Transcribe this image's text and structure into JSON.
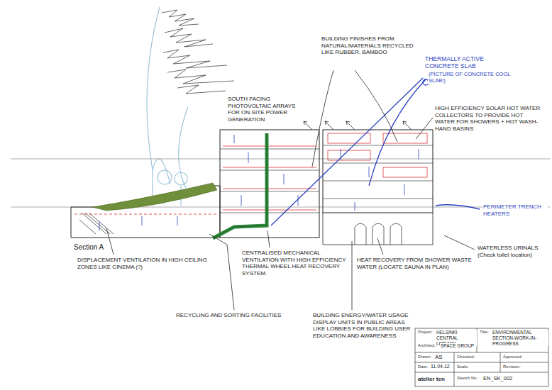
{
  "diagram": {
    "labels": [
      "BUILDING FINISHES FROM NATURAL/MATERIALS RECYCLED LIKE RUBBER, BAMBOO",
      "THERMALLY ACTIVE CONCRETE SLAB",
      "(PICTURE OF CONCRETE COOL SLAB!)",
      "SOUTH FACING PHOTOVOLTAIC ARRAYS FOR ON-SITE POWER GENERATION",
      "HIGH EFFICIENCY SOLAR HOT WATER COLLECTORS TO PROVIDE HOT WATER FOR SHOWERS + HOT WASH-HAND BASINS",
      "PERIMETER TRENCH HEATERS",
      "WATERLESS URINALS (Check toilet location)",
      "HEAT RECOVERY FROM SHOWER WASTE WATER (LOCATE SAUNA IN PLAN)",
      "Section A",
      "DISPLACEMENT VENTILATION IN HIGH CEILING ZONES LIKE CINEMA (?)",
      "CENTRALISED MECHANICAL VENTILATION WITH HIGH EFFICIENCY THERMAL WHEEL HEAT RECOVERY SYSTEM.",
      "RECYCLING AND SORTING FACILITIES",
      "BUILDING ENERGY/WATER USAGE DISPLAY UNITS IN PUBLIC AREAS LIKE LOBBIES FOR BUILDING USER EDUCATION AND AWARENESS",
      "Project:",
      "HELSINKI CENTRAL LIBRARY",
      "Architect:",
      "SPACE GROUP",
      "Title:",
      "ENVIRONMENTAL SECTION-WORK-IN-PROGRESS",
      "Drawn:",
      "AS",
      "Checked:",
      "Approved:",
      "Date:",
      "11.04.12",
      "Scale:",
      "Revision:",
      "atelier ten",
      "Sketch No.",
      "EN_SK_002"
    ]
  }
}
